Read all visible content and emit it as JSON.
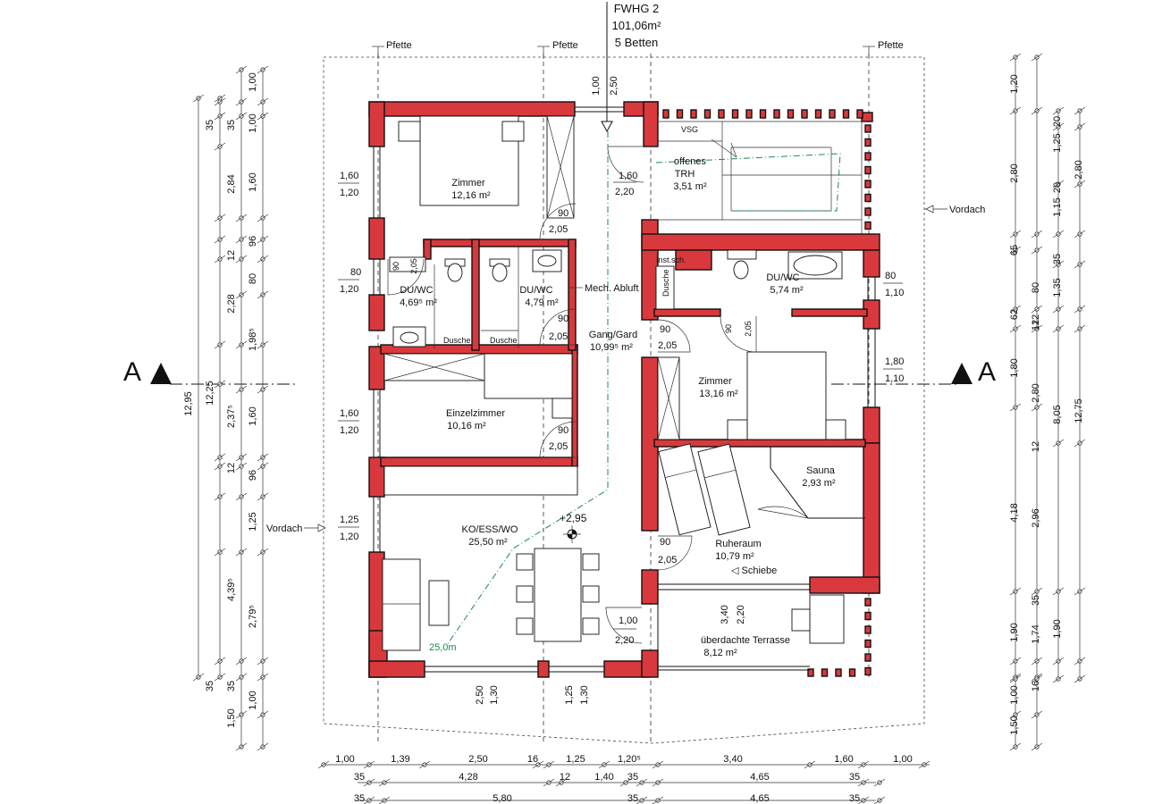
{
  "header": {
    "unit": "FWHG 2",
    "area": "101,06m²",
    "beds": "5 Betten"
  },
  "labels": {
    "pfette": "Pfette",
    "vordach": "Vordach",
    "section_a": "A",
    "mech_abluft": "Mech. Abluft",
    "vsg": "VSG",
    "inst_sch": "Inst.sch.",
    "dusche": "Dusche",
    "schiebe": "◁ Schiebe",
    "level": "+2,95",
    "green_dist": "25,0m"
  },
  "rooms": [
    {
      "name": "Zimmer",
      "area": "12,16 m²"
    },
    {
      "name": "DU/WC",
      "area": "4,69⁵ m²"
    },
    {
      "name": "DU/WC",
      "area": "4,79 m²"
    },
    {
      "name": "Einzelzimmer",
      "area": "10,16 m²"
    },
    {
      "name": "KO/ESS/WO",
      "area": "25,50 m²"
    },
    {
      "name": "Gang/Gard",
      "area": "10,99⁵ m²"
    },
    {
      "name": "offenes",
      "area": "TRH",
      "extra": "3,51 m²"
    },
    {
      "name": "DU/WC",
      "area": "5,74 m²"
    },
    {
      "name": "Zimmer",
      "area": "13,16 m²"
    },
    {
      "name": "Sauna",
      "area": "2,93 m²"
    },
    {
      "name": "Ruheraum",
      "area": "10,79 m²"
    },
    {
      "name": "überdachte Terrasse",
      "area": "8,12 m²"
    }
  ],
  "openings": [
    {
      "w": "1,60",
      "h": "1,20"
    },
    {
      "w": "80",
      "h": "1,20"
    },
    {
      "w": "1,60",
      "h": "1,20"
    },
    {
      "w": "1,25",
      "h": "1,20"
    },
    {
      "w": "80",
      "h": "1,10"
    },
    {
      "w": "1,80",
      "h": "1,10"
    },
    {
      "w": "90",
      "h": "2,05"
    },
    {
      "w": "90",
      "h": "2,05"
    },
    {
      "w": "90",
      "h": "2,05"
    },
    {
      "w": "90",
      "h": "2,05"
    },
    {
      "w": "90",
      "h": "2,05"
    },
    {
      "w": "90",
      "h": "2,05"
    },
    {
      "w": "1,60",
      "h": "2,20"
    },
    {
      "w": "1,00",
      "h": "2,20"
    },
    {
      "w": "2,50",
      "h": "1,30"
    },
    {
      "w": "1,25",
      "h": "1,30"
    },
    {
      "w": "1,00",
      "h": "2,50"
    },
    {
      "w": "3,40",
      "h": "2,20"
    },
    {
      "w": "90",
      "h": "2,05"
    },
    {
      "w": "90",
      "h": "2,05"
    }
  ],
  "dims_left": {
    "outer": [
      "12,95",
      "12,25"
    ],
    "col1": [
      "35",
      "35"
    ],
    "col2": [
      "35",
      "12",
      "12",
      "35"
    ],
    "col3": [
      "1,00",
      "1,00",
      "1,60",
      "96",
      "80",
      "1,60",
      "96",
      "1,25",
      "1,00",
      "1,50"
    ],
    "col4": [
      "2,84",
      "2,28",
      "1,98⁵",
      "2,37⁵",
      "4,39⁵",
      "2,79⁵"
    ]
  },
  "dims_right": {
    "outer": [
      "12,75",
      "8,05"
    ],
    "col1": [
      "1,20",
      "2,80",
      "65",
      "62",
      "1,80",
      "4,18",
      "1,90",
      "1,00",
      "1,50"
    ],
    "col2": [
      "2,80",
      "80",
      "12",
      "2,96",
      "35"
    ],
    "col3": [
      "1,25",
      "1,15",
      "35",
      "1,35",
      "12",
      "12",
      "1,74",
      "16"
    ],
    "col4": [
      "20",
      "20"
    ],
    "col5": [
      "2,80",
      "1,90"
    ]
  },
  "dims_bottom": {
    "row1": [
      "1,00",
      "1,39",
      "2,50",
      "16",
      "1,25",
      "1,20⁵",
      "3,40",
      "1,60",
      "1,00"
    ],
    "row2": [
      "35",
      "4,28",
      "12",
      "1,40",
      "35",
      "4,65",
      "35"
    ],
    "row3": [
      "35",
      "5,80",
      "35",
      "4,65",
      "35"
    ]
  }
}
